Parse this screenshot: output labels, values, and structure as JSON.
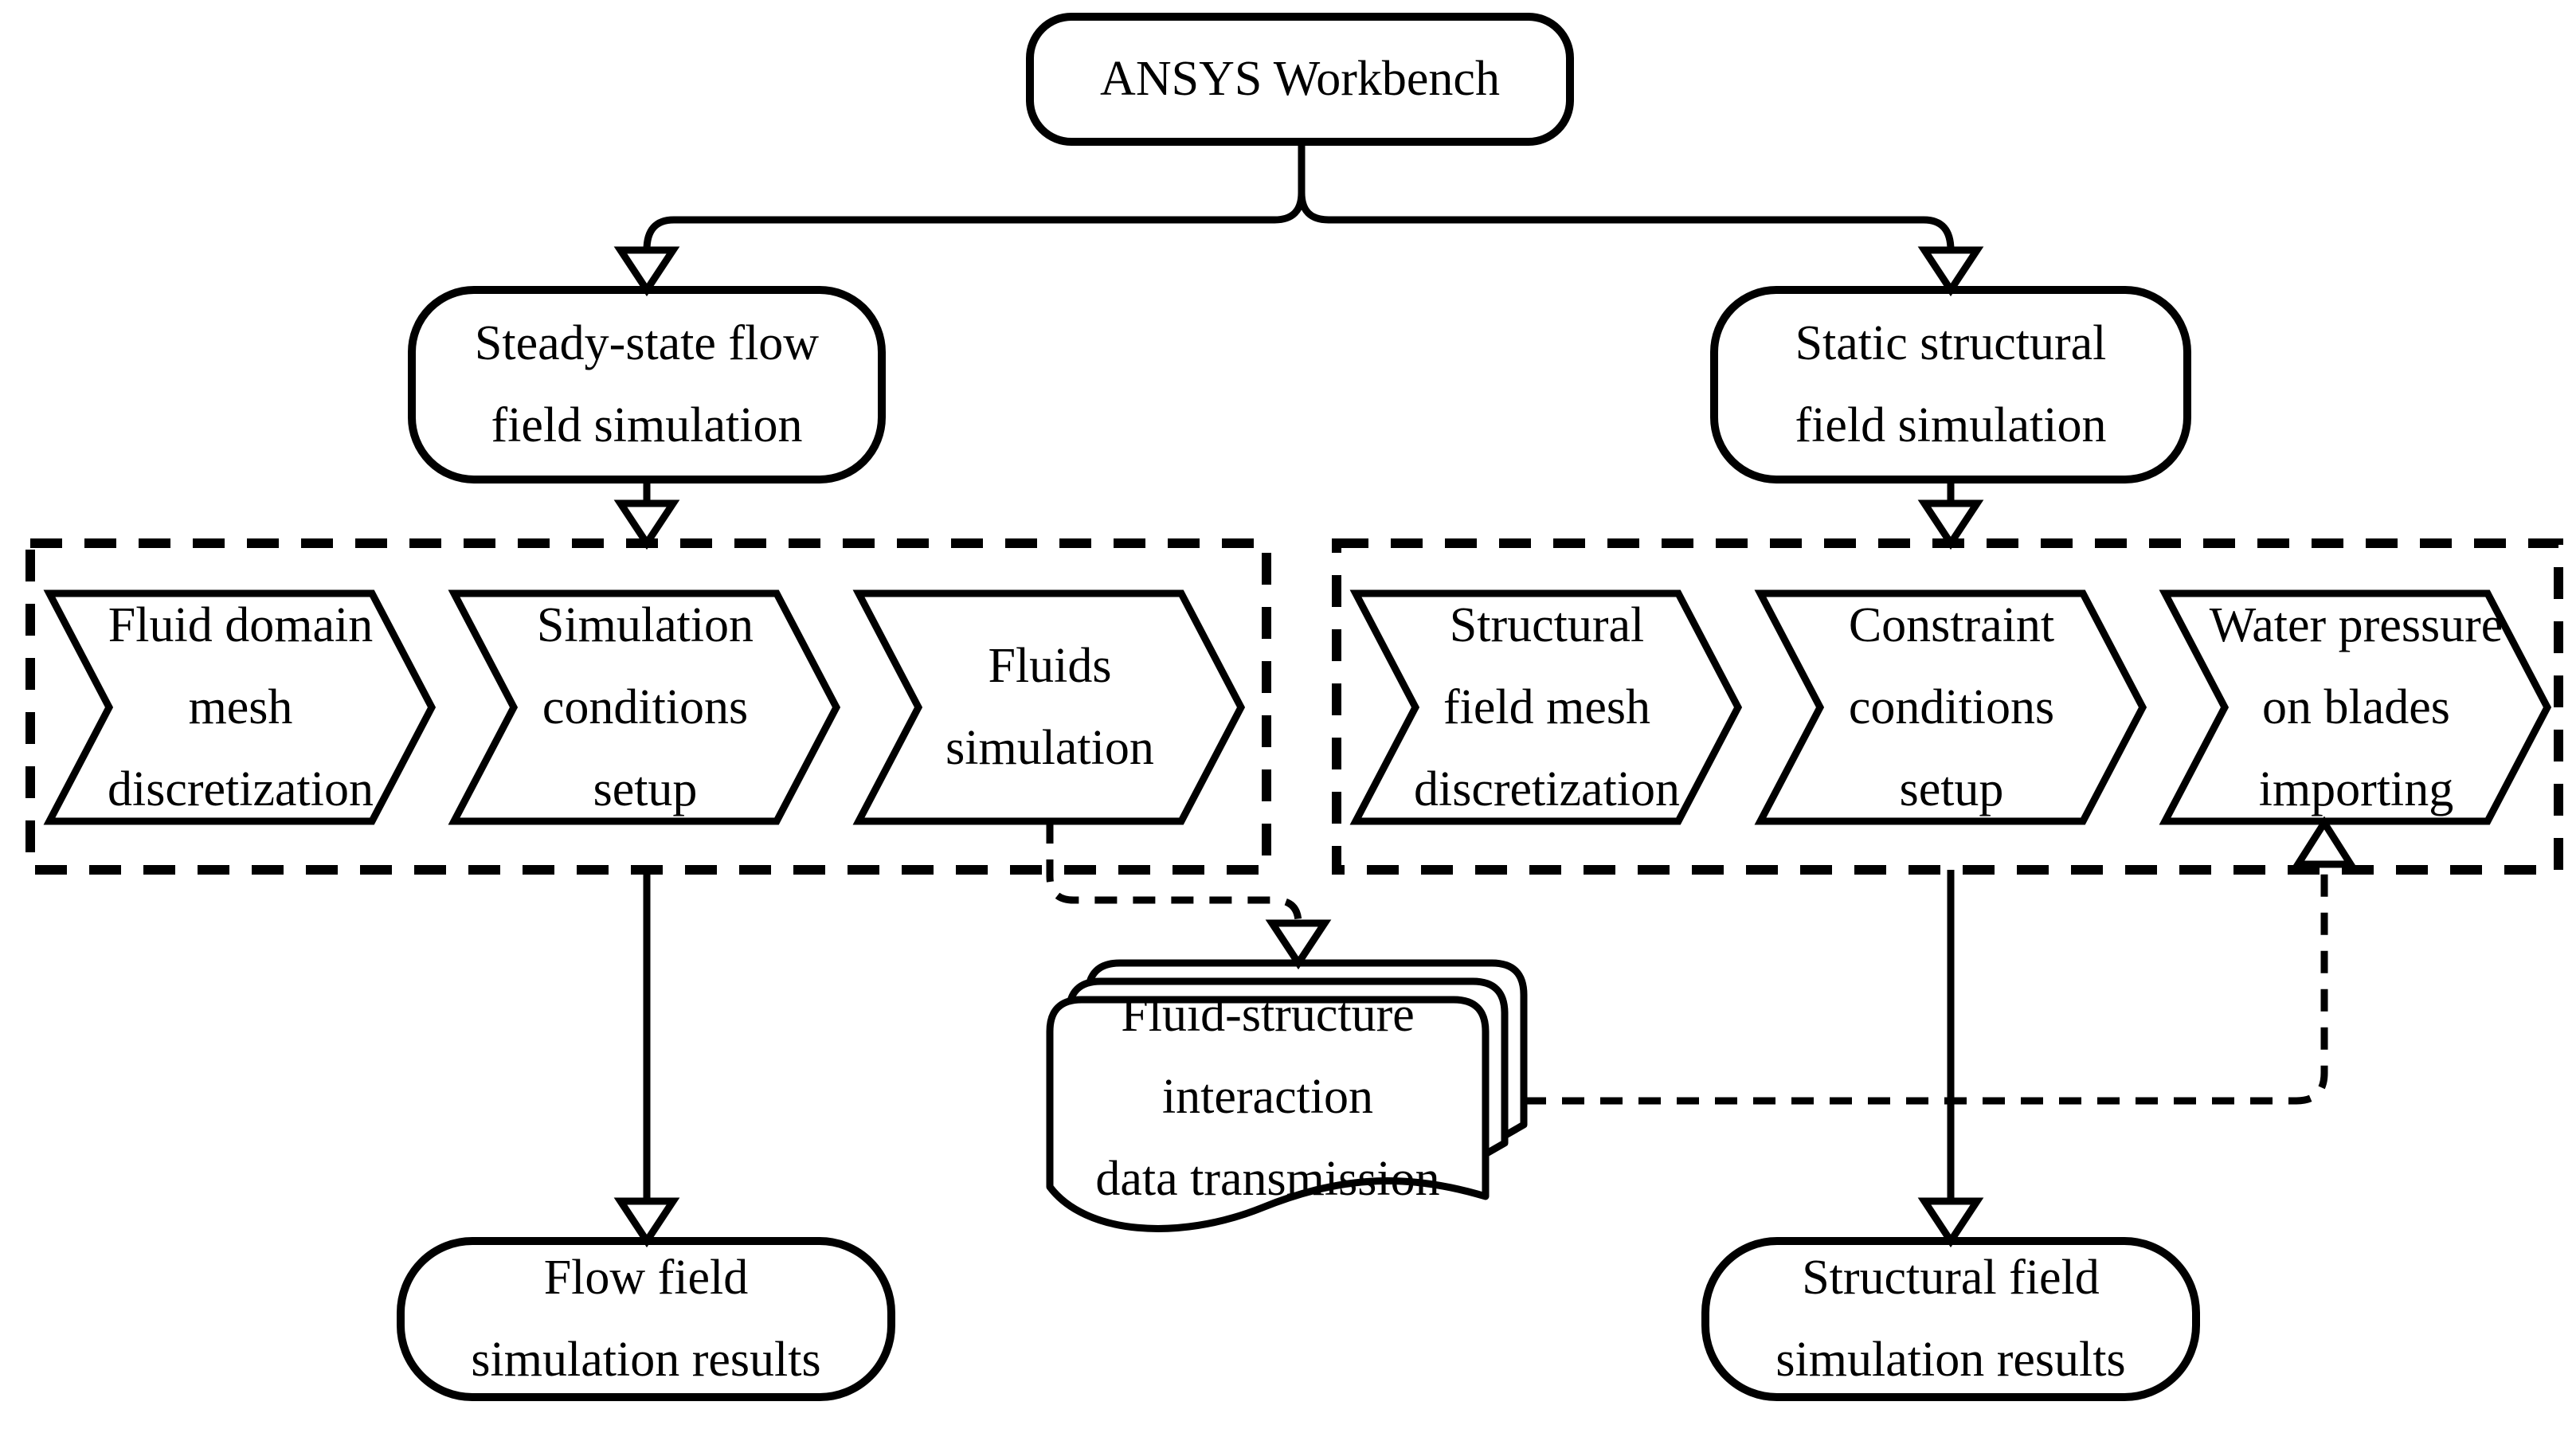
{
  "nodes": {
    "root": {
      "lines": [
        "ANSYS Workbench"
      ]
    },
    "flow_branch": {
      "lines": [
        "Steady-state flow",
        "field simulation"
      ]
    },
    "structural_branch": {
      "lines": [
        "Static structural",
        "field simulation"
      ]
    },
    "flow_steps": [
      {
        "lines": [
          "Fluid domain",
          "mesh",
          "discretization"
        ]
      },
      {
        "lines": [
          "Simulation",
          "conditions",
          "setup"
        ]
      },
      {
        "lines": [
          "Fluids",
          "simulation"
        ]
      }
    ],
    "structural_steps": [
      {
        "lines": [
          "Structural",
          "field mesh",
          "discretization"
        ]
      },
      {
        "lines": [
          "Constraint",
          "conditions",
          "setup"
        ]
      },
      {
        "lines": [
          "Water pressure",
          "on blades",
          "importing"
        ]
      }
    ],
    "data_transfer": {
      "lines": [
        "Fluid-structure",
        "interaction",
        "data transmission"
      ]
    },
    "flow_result": {
      "lines": [
        "Flow field",
        "simulation results"
      ]
    },
    "structural_result": {
      "lines": [
        "Structural field",
        "simulation results"
      ]
    }
  },
  "colors": {
    "stroke": "#000000",
    "fill": "#ffffff",
    "background": "#ffffff",
    "text": "#000000"
  }
}
